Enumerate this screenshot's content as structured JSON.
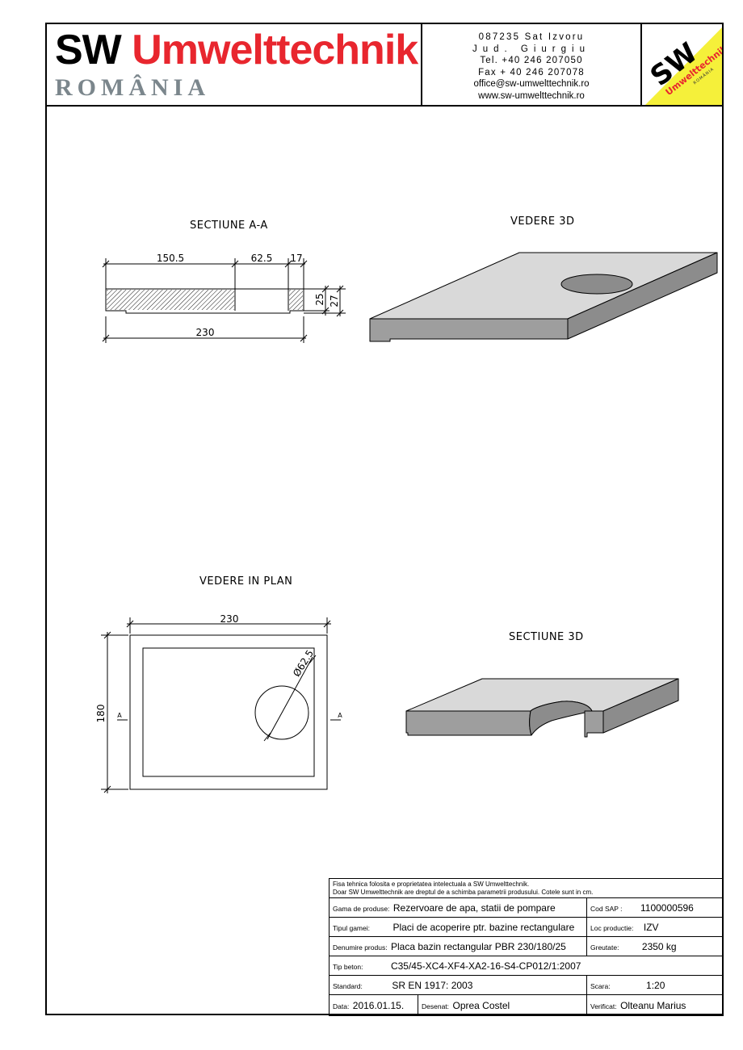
{
  "header": {
    "brand_sw": "SW",
    "brand_name": "Umwelttechnik",
    "brand_country": "ROMÂNIA",
    "address_lines": [
      "087235 Sat Izvoru",
      "Jud. Giurgiu",
      "Tel. +40 246 207050",
      "Fax + 40 246 207078",
      "office@sw-umwelttechnik.ro",
      "www.sw-umwelttechnik.ro"
    ],
    "logo_sw": "SW",
    "logo_name": "Umwelttechnik",
    "logo_country": "ROMÂNIA",
    "colors": {
      "brand_red": "#e8262e",
      "brand_gray": "#7b868c",
      "logo_yellow": "#f5f03a"
    }
  },
  "views": {
    "section_aa": "SECTIUNE A-A",
    "view_3d": "VEDERE 3D",
    "plan_view": "VEDERE IN PLAN",
    "section_3d": "SECTIUNE 3D"
  },
  "dimensions": {
    "seg1": "150.5",
    "seg2": "62.5",
    "seg3": "17",
    "total_length": "230",
    "thickness_inner": "25",
    "thickness_outer": "27",
    "plan_length": "230",
    "plan_width": "180",
    "hole_diameter": "Ø62.5",
    "section_marker_left": "A",
    "section_marker_right": "A"
  },
  "title_block": {
    "note_line1": "Fisa tehnica folosita e proprietatea intelectuala a SW Umwelttechnik.",
    "note_line2": "Doar SW Umwelttechnik are dreptul de a schimba parametrii produsului. Cotele sunt in cm.",
    "gama_label": "Gama de produse:",
    "gama_value": "Rezervoare de apa, statii de pompare",
    "cod_label": "Cod SAP :",
    "cod_value": "1100000596",
    "tip_label": "Tipul gamei:",
    "tip_value": "Placi de acoperire ptr. bazine rectangulare",
    "loc_label": "Loc productie:",
    "loc_value": "IZV",
    "den_label": "Denumire produs:",
    "den_value": "Placa bazin rectangular PBR 230/180/25",
    "greu_label": "Greutate:",
    "greu_value": "2350 kg",
    "beton_label": "Tip beton:",
    "beton_value": "C35/45-XC4-XF4-XA2-16-S4-CP012/1:2007",
    "std_label": "Standard:",
    "std_value": "SR EN 1917: 2003",
    "scara_label": "Scara:",
    "scara_value": "1:20",
    "data_label": "Data:",
    "data_value": "2016.01.15.",
    "desenat_label": "Desenat:",
    "desenat_value": "Oprea Costel",
    "verif_label": "Verificat:",
    "verif_value": "Olteanu Marius"
  }
}
